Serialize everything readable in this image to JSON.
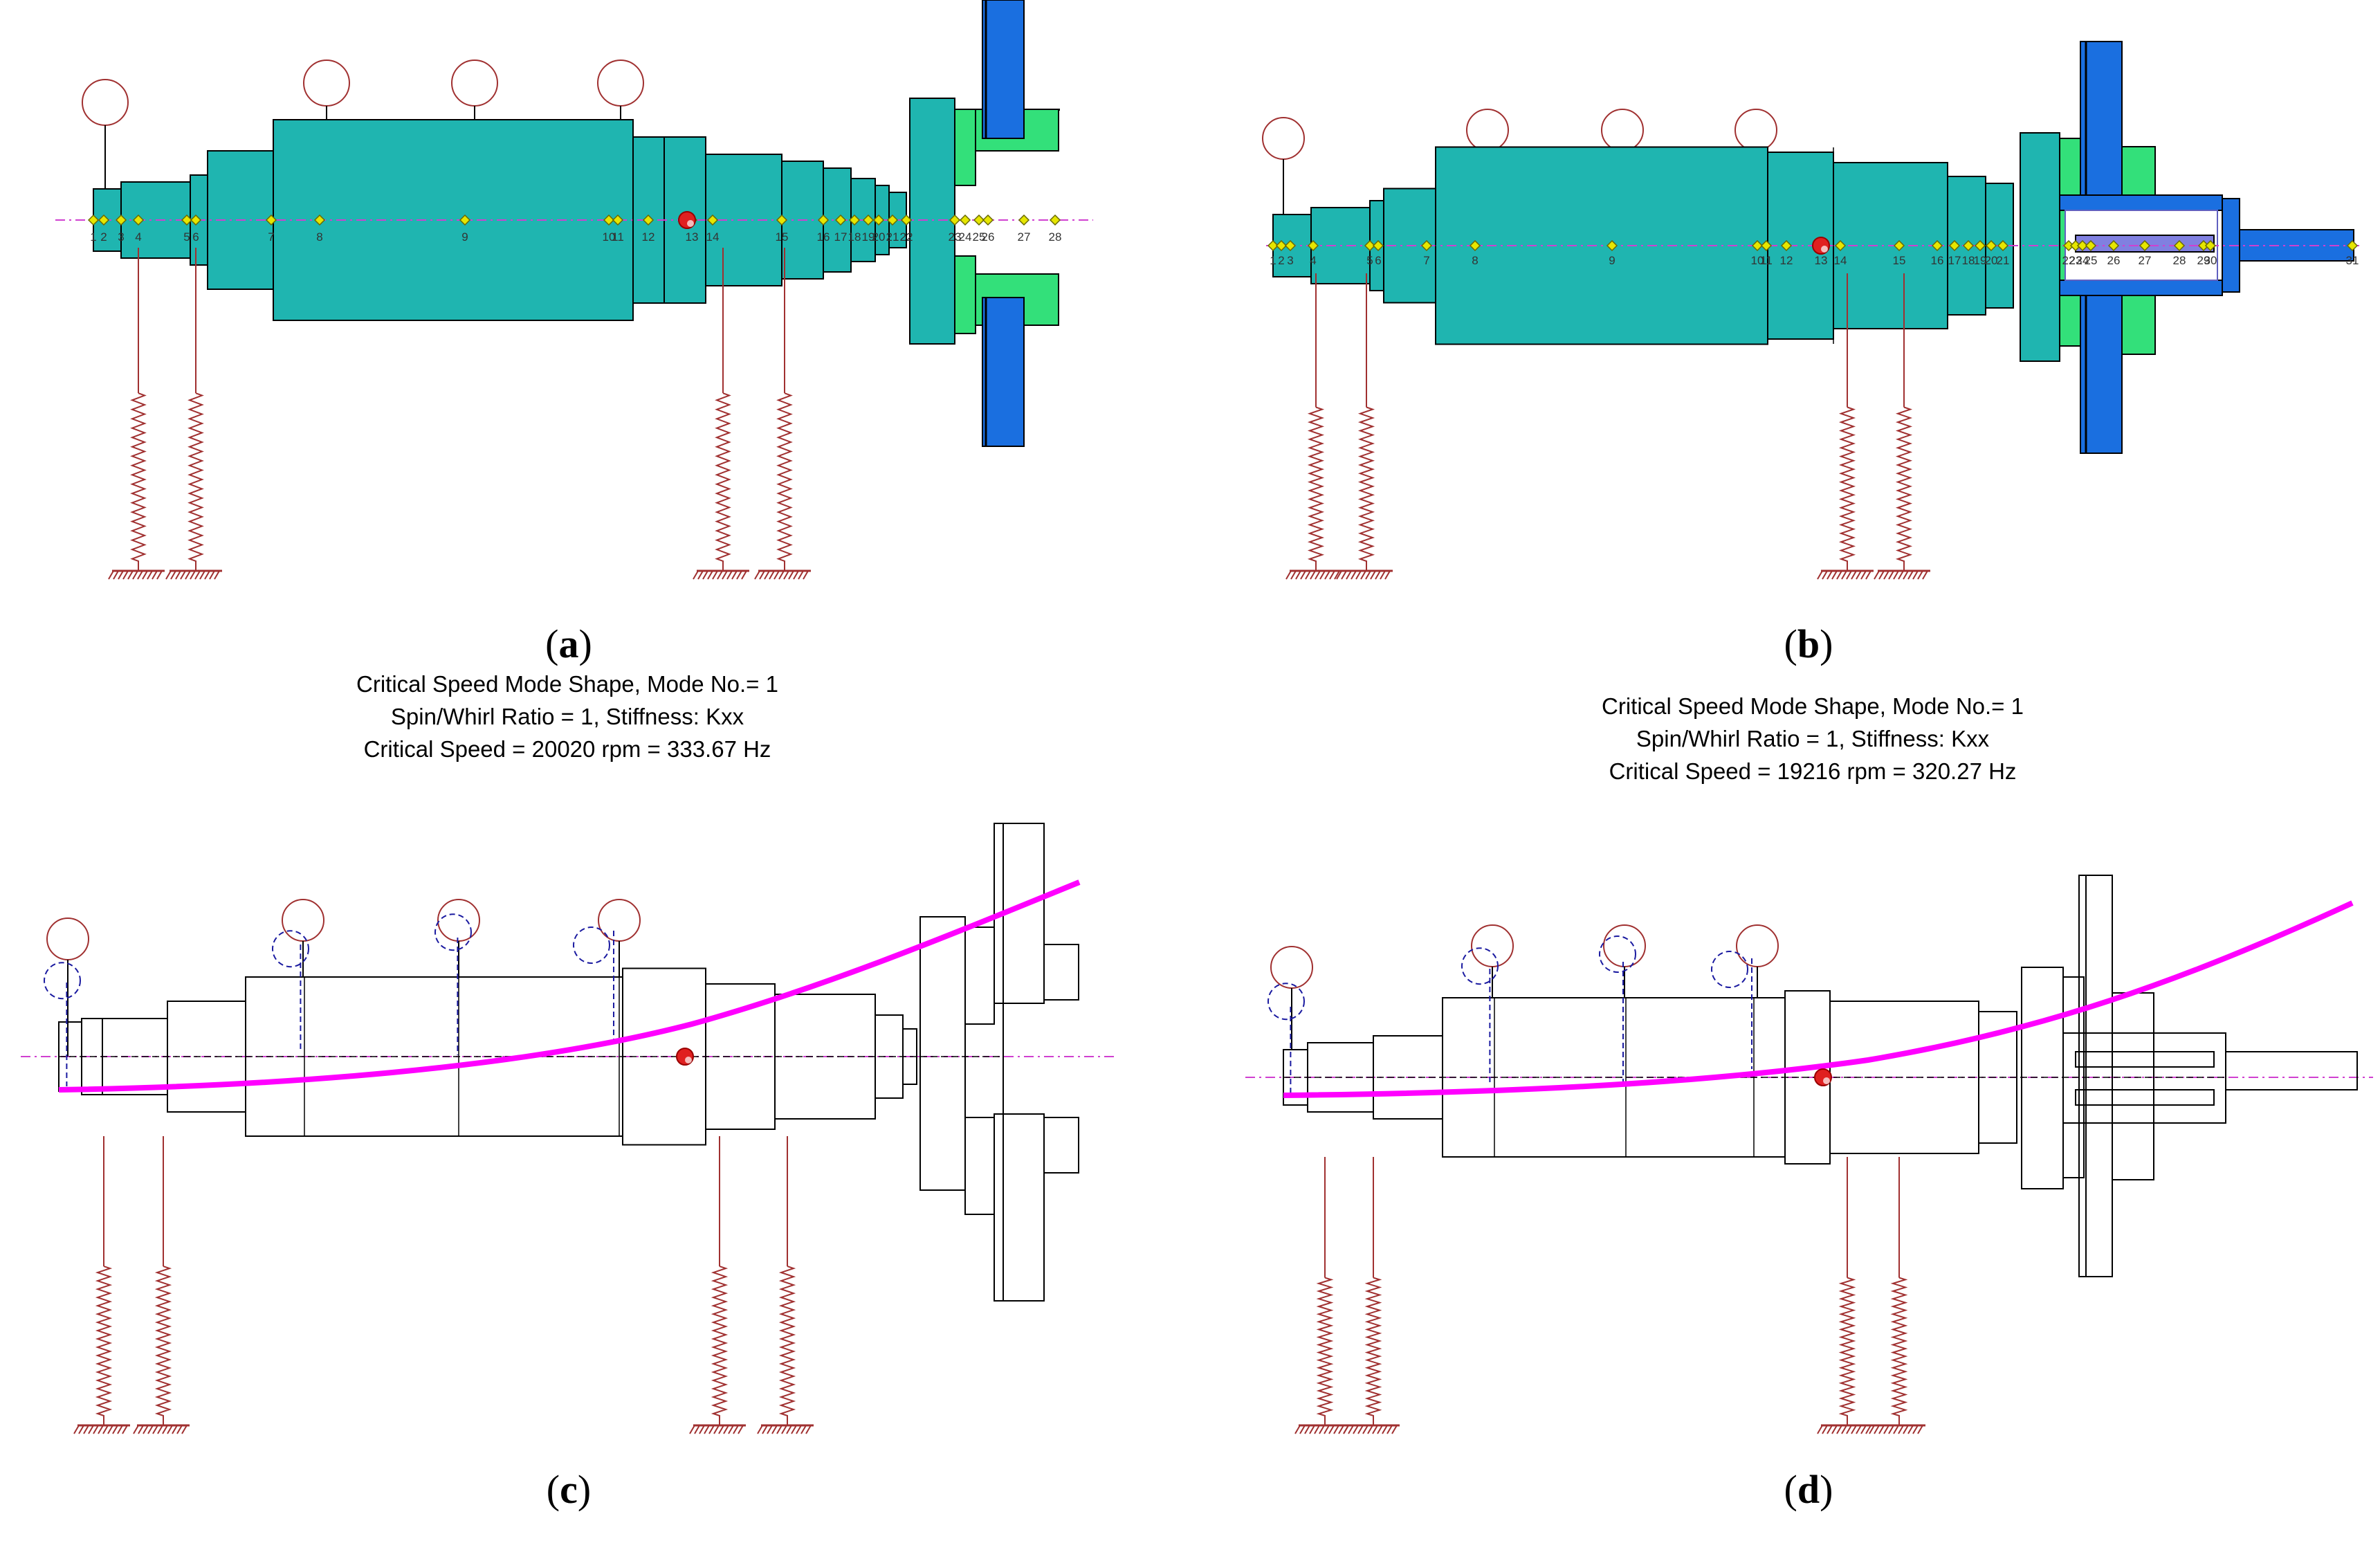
{
  "panels": [
    {
      "id": "a",
      "label_letter": "a",
      "variant": "model",
      "node_labels": [
        "1",
        "2",
        "3",
        "4",
        "5",
        "6",
        "7",
        "8",
        "9",
        "10",
        "11",
        "12",
        "13",
        "14",
        "15",
        "16",
        "17",
        "18",
        "19",
        "20",
        "21",
        "22",
        "23",
        "24",
        "25",
        "26",
        "27",
        "28"
      ]
    },
    {
      "id": "b",
      "label_letter": "b",
      "variant": "model",
      "node_labels": [
        "1",
        "2",
        "3",
        "4",
        "5",
        "6",
        "7",
        "8",
        "9",
        "10",
        "11",
        "12",
        "13",
        "14",
        "15",
        "16",
        "17",
        "18",
        "19",
        "20",
        "21",
        "22",
        "23",
        "24",
        "25",
        "26",
        "27",
        "28",
        "29",
        "30",
        "31"
      ]
    },
    {
      "id": "c",
      "label_letter": "c",
      "variant": "mode",
      "title_lines": [
        "Critical Speed Mode Shape, Mode No.= 1",
        "Spin/Whirl Ratio = 1, Stiffness: Kxx",
        "Critical Speed = 20020 rpm = 333.67 Hz"
      ]
    },
    {
      "id": "d",
      "label_letter": "d",
      "variant": "mode",
      "title_lines": [
        "Critical Speed Mode Shape, Mode No.= 1",
        "Spin/Whirl Ratio = 1, Stiffness: Kxx",
        "Critical Speed = 19216 rpm = 320.27 Hz"
      ]
    }
  ],
  "colors": {
    "shaft_fill": "#1fb5b0",
    "disk_green": "#33e07a",
    "disk_blue": "#1a6fe0",
    "centerline": "#d040d0",
    "spring": "#a03030",
    "node_marker": "#e6e600",
    "unbalance": "#e02020",
    "mode_curve": "#ff00ff",
    "deflected": "#1a1aa0",
    "outline": "#000000"
  },
  "icons": {
    "node": "diamond-node-icon",
    "unbalance": "red-dot-unbalance-icon",
    "bearing": "spring-bearing-icon",
    "ground": "ground-hatch-icon",
    "mass": "circle-mass-icon"
  }
}
